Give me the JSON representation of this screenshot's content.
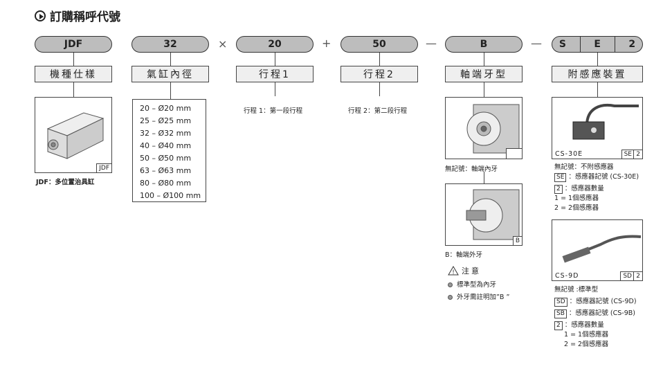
{
  "title": "訂購稱呼代號",
  "codes": {
    "jdf": "JDF",
    "bore": "32",
    "stroke1": "20",
    "stroke2": "50",
    "thread": "B",
    "s": "S",
    "e": "E",
    "two": "2"
  },
  "seps": {
    "times": "×",
    "plus": "+",
    "dash1": "—",
    "dash2": "—"
  },
  "labels": {
    "model": "機種仕樣",
    "bore": "氣缸內徑",
    "stroke1": "行程1",
    "stroke2": "行程2",
    "thread": "軸端牙型",
    "sensor": "附感應裝置"
  },
  "model": {
    "tag": "JDF",
    "caption": "JDF：多位置治具缸"
  },
  "bore_list": [
    "20 – Ø20 mm",
    "25 – Ø25 mm",
    "32 – Ø32 mm",
    "40 – Ø40 mm",
    "50 – Ø50 mm",
    "63 – Ø63 mm",
    "80 – Ø80 mm",
    "100 – Ø100 mm"
  ],
  "stroke1_note": "行程 1：第一段行程",
  "stroke2_note": "行程 2：第二段行程",
  "thread": {
    "none_caption": "無記號：軸端內牙",
    "b_tag": "B",
    "b_caption": "B：軸端外牙",
    "caution_title": "注意",
    "caution_items": [
      "標準型為內牙",
      "外牙需註明加”B ”"
    ]
  },
  "sensor30": {
    "name": "CS-30E",
    "tag_a": "SE",
    "tag_b": "2",
    "lines": {
      "l1": "無記號：不附感應器",
      "k1": "SE",
      "t1": "：感應器記號 (CS-30E)",
      "k2": "2",
      "t2": "：感應器數量",
      "l4": "1 = 1個感應器",
      "l5": "2 = 2個感應器"
    }
  },
  "sensor9": {
    "name": "CS-9D",
    "tag_a": "SD",
    "tag_b": "2",
    "lines": {
      "l1": "無記號 :標準型",
      "k1": "SD",
      "t1": "：感應器記號 (CS-9D)",
      "k2": "SB",
      "t2": "：感應器記號 (CS-9B)",
      "k3": "2",
      "t3": "：感應器數量",
      "l5": "1 = 1個感應器",
      "l6": "2 = 2個感應器"
    }
  }
}
